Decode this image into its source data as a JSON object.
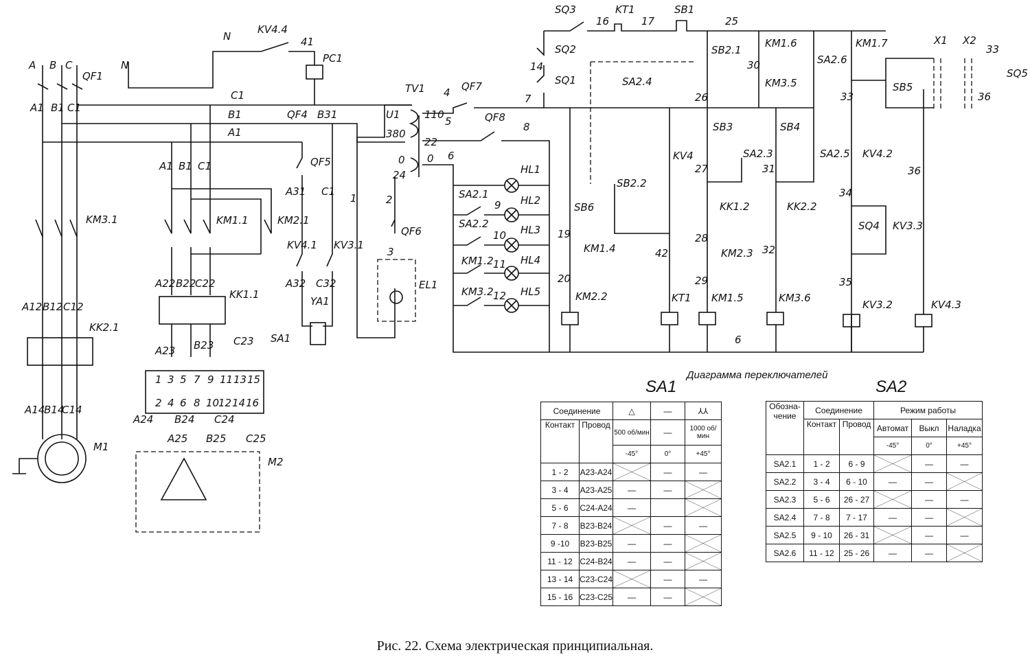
{
  "caption": "Рис. 22. Схема электрическая принципиальная.",
  "diagram_title": "Диаграмма переключателей",
  "labels": [
    "N",
    "A",
    "B",
    "C",
    "QF1",
    "A1",
    "B1",
    "C1",
    "KM3.1",
    "A12",
    "B12",
    "C12",
    "KK2.1",
    "A14",
    "B14",
    "C14",
    "M1",
    "N",
    "KV4.4",
    "41",
    "PC1",
    "C1",
    "B1",
    "QF4",
    "B31",
    "A1",
    "TV1",
    "U1",
    "380",
    "110",
    "22",
    "0",
    "24",
    "0",
    "4",
    "QF7",
    "5",
    "QF8",
    "8",
    "6",
    "A1",
    "B1",
    "C1",
    "KM1.1",
    "KM2.1",
    "QF5",
    "C1",
    "1",
    "2",
    "QF6",
    "3",
    "EL1",
    "A31",
    "KV4.1",
    "KV3.1",
    "A32",
    "C32",
    "YA1",
    "KK1.1",
    "A22",
    "B22",
    "C22",
    "A23",
    "B23",
    "C23",
    "SA1",
    "1",
    "3",
    "5",
    "7",
    "9",
    "11",
    "13",
    "15",
    "2",
    "4",
    "6",
    "8",
    "10",
    "12",
    "14",
    "16",
    "A24",
    "B24",
    "C24",
    "A25",
    "B25",
    "C25",
    "M2",
    "HL1",
    "HL2",
    "9",
    "HL3",
    "10",
    "HL4",
    "11",
    "HL5",
    "12",
    "SA2.1",
    "SA2.2",
    "KM1.2",
    "KM3.2",
    "SQ3",
    "16",
    "KT1",
    "17",
    "SB1",
    "25",
    "SQ2",
    "14",
    "SQ1",
    "7",
    "SA2.4",
    "SB2.1",
    "KM1.6",
    "30",
    "KM3.5",
    "SA2.6",
    "KM1.7",
    "33",
    "26",
    "SB3",
    "SA2.3",
    "SB4",
    "27",
    "31",
    "SA2.5",
    "KV4.2",
    "KK1.2",
    "KK2.2",
    "28",
    "KM2.3",
    "32",
    "29",
    "KM1.5",
    "KM3.6",
    "SB6",
    "19",
    "KM1.4",
    "20",
    "KM2.2",
    "SB2.2",
    "KV4",
    "42",
    "KT1",
    "34",
    "SQ4",
    "KV3.3",
    "35",
    "KV3.2",
    "36",
    "KV4.3",
    "6",
    "X1",
    "X2",
    "33",
    "SQ5",
    "SB5",
    "36"
  ],
  "sa1": {
    "title": "SA1",
    "header": {
      "connection": "Соединение",
      "contact": "Контакт",
      "wire": "Провод",
      "modes": [
        "△",
        "—",
        "⅄⅄"
      ],
      "speeds": [
        "500 об/мин",
        "—",
        "1000 об/мин"
      ],
      "angles": [
        "-45°",
        "0°",
        "+45°"
      ]
    },
    "rows": [
      {
        "contact": "1 - 2",
        "wire": "A23-A24",
        "states": [
          "X",
          "—",
          "—"
        ]
      },
      {
        "contact": "3 - 4",
        "wire": "A23-A25",
        "states": [
          "—",
          "—",
          "X"
        ]
      },
      {
        "contact": "5 - 6",
        "wire": "C24-A24",
        "states": [
          "—",
          "",
          "X"
        ]
      },
      {
        "contact": "7 - 8",
        "wire": "B23-B24",
        "states": [
          "X",
          "—",
          "—"
        ]
      },
      {
        "contact": "9 -10",
        "wire": "B23-B25",
        "states": [
          "—",
          "—",
          "X"
        ]
      },
      {
        "contact": "11 - 12",
        "wire": "C24-B24",
        "states": [
          "—",
          "—",
          "X"
        ]
      },
      {
        "contact": "13 - 14",
        "wire": "C23-C24",
        "states": [
          "X",
          "—",
          "—"
        ]
      },
      {
        "contact": "15 - 16",
        "wire": "C23-C25",
        "states": [
          "—",
          "—",
          "X"
        ]
      }
    ]
  },
  "sa2": {
    "title": "SA2",
    "header": {
      "designation": "Обозна-чение",
      "connection": "Соединение",
      "contact": "Контакт",
      "wire": "Провод",
      "mode": "Режим работы",
      "modes": [
        "Автомат",
        "Выкл",
        "Наладка"
      ],
      "angles": [
        "-45°",
        "0°",
        "+45°"
      ]
    },
    "rows": [
      {
        "id": "SA2.1",
        "contact": "1 - 2",
        "wire": "6 - 9",
        "states": [
          "X",
          "—",
          "—"
        ]
      },
      {
        "id": "SA2.2",
        "contact": "3 - 4",
        "wire": "6 - 10",
        "states": [
          "—",
          "—",
          "X"
        ]
      },
      {
        "id": "SA2.3",
        "contact": "5 - 6",
        "wire": "26 - 27",
        "states": [
          "X",
          "—",
          "—"
        ]
      },
      {
        "id": "SA2.4",
        "contact": "7 - 8",
        "wire": "7 - 17",
        "states": [
          "—",
          "—",
          "X"
        ]
      },
      {
        "id": "SA2.5",
        "contact": "9 - 10",
        "wire": "26 - 31",
        "states": [
          "X",
          "—",
          "—"
        ]
      },
      {
        "id": "SA2.6",
        "contact": "11 - 12",
        "wire": "25 - 26",
        "states": [
          "—",
          "—",
          "X"
        ]
      }
    ]
  }
}
